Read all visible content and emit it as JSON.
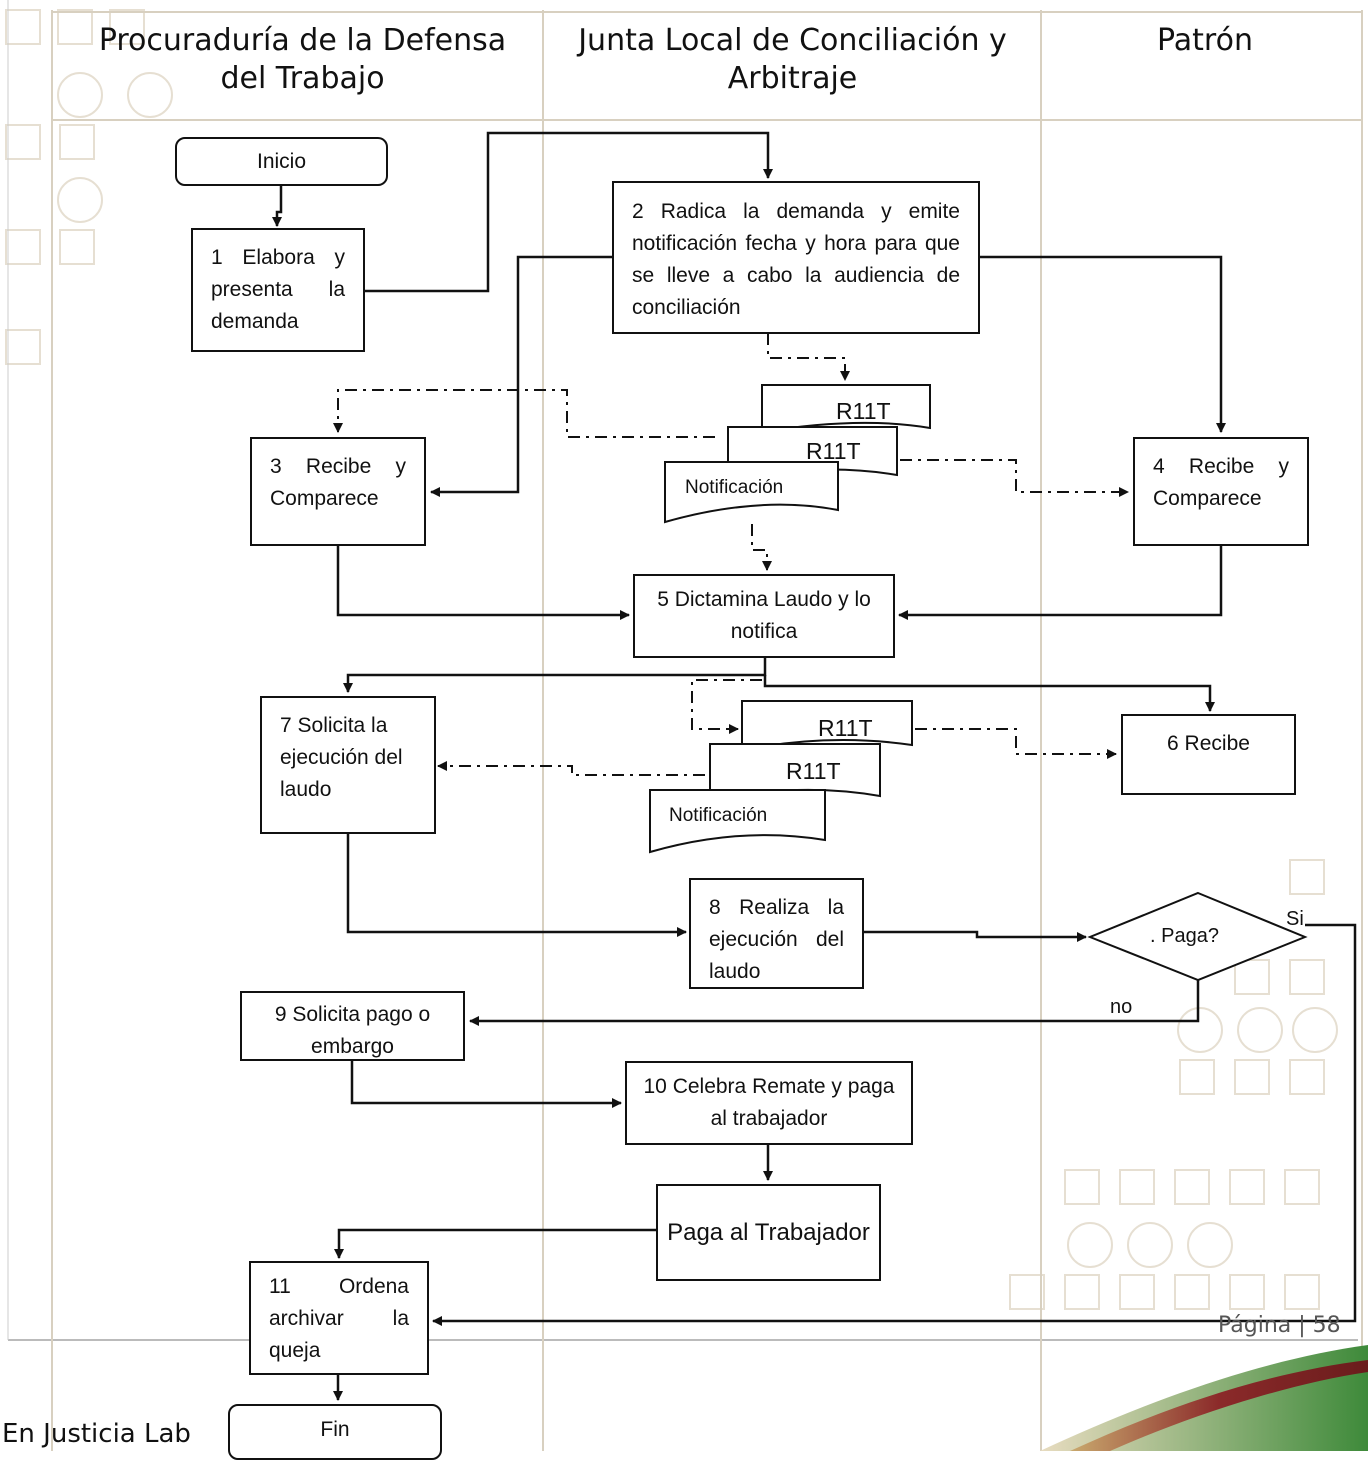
{
  "lanes": {
    "procuraduria": "Procuraduría de la Defensa del Trabajo",
    "junta": "Junta Local de Conciliación y Arbitraje",
    "patron": "Patrón"
  },
  "nodes": {
    "inicio": "Inicio",
    "n1": "1 Elabora y presenta la demanda",
    "n2": "2 Radica la demanda y emite notificación fecha y hora para que se lleve a cabo la audiencia de conciliación",
    "n3": "3 Recibe y Comparece",
    "n4": "4 Recibe y Comparece",
    "n5": "5 Dictamina Laudo y lo notifica",
    "n6": "6 Recibe",
    "n7": "7 Solicita la ejecución del laudo",
    "n8": "8 Realiza la ejecución del laudo",
    "decision": ". Paga?",
    "n9": "9 Solicita pago o embargo",
    "n10": "10 Celebra Remate y paga al trabajador",
    "paga": "Paga al Trabajador",
    "n11": "11 Ordena archivar la queja",
    "fin": "Fin"
  },
  "documents": {
    "r11t": "R11T",
    "notificacion": "Notificación"
  },
  "edge_labels": {
    "si": "Si",
    "no": "no"
  },
  "footer": {
    "page": "Página | 58",
    "bottom_text": "En Justicia Lab"
  }
}
